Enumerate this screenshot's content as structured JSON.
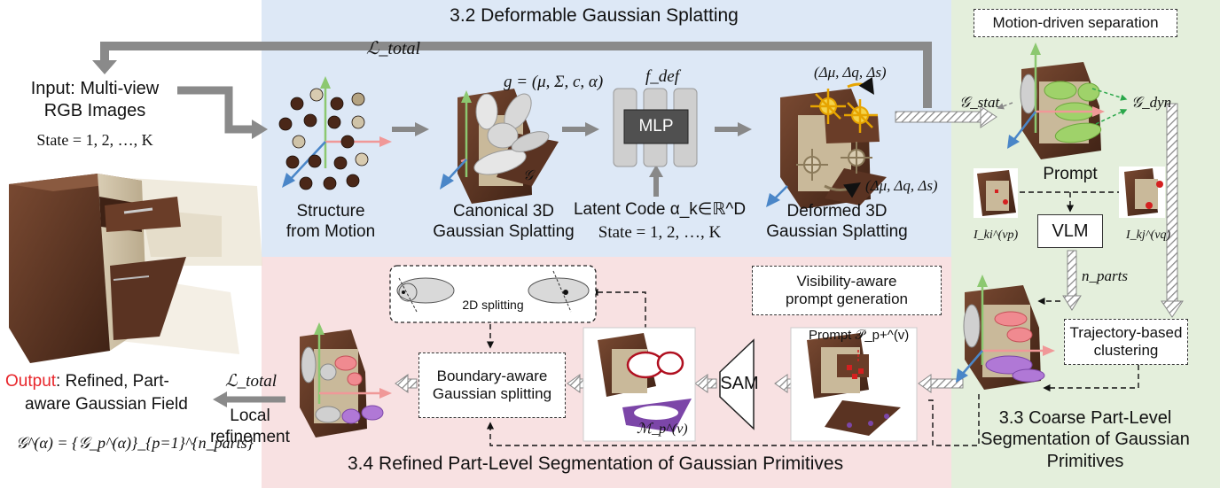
{
  "sections": {
    "deformable": "3.2 Deformable Gaussian Splatting",
    "coarse": [
      "3.3 Coarse Part-Level",
      "Segmentation of Gaussian",
      "Primitives"
    ],
    "refined": "3.4 Refined Part-Level Segmentation of Gaussian Primitives"
  },
  "input": {
    "line1": "Input: Multi-view",
    "line2": "RGB Images",
    "state": "State = 1, 2, …, K"
  },
  "loss_top": "ℒ_total",
  "sfm": [
    "Structure",
    "from Motion"
  ],
  "canonical": {
    "label": [
      "Canonical 3D",
      "Gaussian Splatting"
    ],
    "g_eq": "g = (μ, Σ, c, α)",
    "g_set": "𝒢"
  },
  "mlp": {
    "label": "MLP",
    "fdef": "f_def",
    "latent": "Latent Code α_k∈ℝ^D",
    "state": "State = 1, 2, …, K"
  },
  "deformed": {
    "label": [
      "Deformed 3D",
      "Gaussian Splatting"
    ],
    "delta": "(Δμ, Δq, Δs)"
  },
  "motion": {
    "title": "Motion-driven separation",
    "gstat": "𝒢_stat",
    "gdyn": "𝒢_dyn",
    "prompt": "Prompt",
    "vlm": "VLM",
    "iki": "I_ki^(vp)",
    "ikj": "I_kj^(vq)",
    "nparts": "n_parts",
    "traj": [
      "Trajectory-based",
      "clustering"
    ]
  },
  "refined": {
    "vis": [
      "Visibility-aware",
      "prompt generation"
    ],
    "prompt_p": "Prompt 𝒫_p+^(v)",
    "sam": "SAM",
    "mask": "ℳ_p^(v)",
    "split2d": "2D splitting",
    "boundary": [
      "Boundary-aware",
      "Gaussian splitting"
    ],
    "local": [
      "Local",
      "refinement"
    ],
    "loss": "ℒ_total"
  },
  "output": {
    "word": "Output",
    "rest1": ": Refined, Part-",
    "line2": "aware Gaussian Field",
    "formula": "𝒢^(α) = {𝒢_p^(α)}_{p=1}^{n_parts}"
  },
  "colors": {
    "blue_bg": "#dde8f6",
    "green_bg": "#e4efdc",
    "pink_bg": "#f8e1e2",
    "output_red": "#e8262b",
    "arrow_grey": "#8a8a8a"
  }
}
